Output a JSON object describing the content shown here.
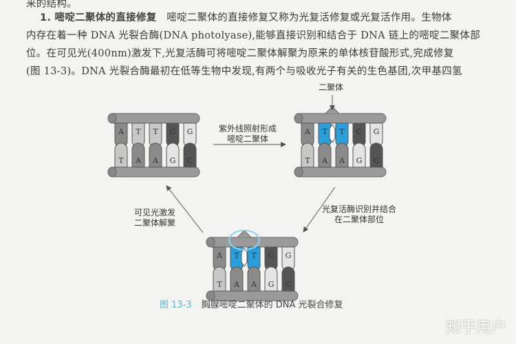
{
  "text": {
    "line0": "来的结构。",
    "line1_heading": "1. 嘧啶二聚体的直接修复",
    "line1_body": "嘧啶二聚体的直接修复又称为光复活修复或光复活作用。生物体",
    "line2": "内存在着一种 DNA 光裂合酶(DNA photolyase),能够直接识别和结合于 DNA 链上的嘧啶二聚体部",
    "line3": "位。在可见光(400nm)激发下,光复活酶可将嘧啶二聚体解聚为原来的单体核苷酸形式,完成修复",
    "line4": "(图 13-3)。DNA 光裂合酶最初在低等生物中发现,有两个与吸收光子有关的生色基团,次甲基四氢"
  },
  "figure": {
    "dimer_label": "二聚体",
    "uv_step": [
      "紫外线照射形成",
      "嘧啶二聚体"
    ],
    "enzyme_step": [
      "光复活酶识别并结合",
      "在二聚体部位"
    ],
    "light_step": [
      "可见光激发",
      "二聚体解聚"
    ],
    "top_strand": [
      "A",
      "T",
      "T",
      "C",
      "G"
    ],
    "bottom_strand": [
      "T",
      "A",
      "A",
      "G",
      "C"
    ],
    "caption_number": "图 13-3",
    "caption_text": "胸腺嘧啶二聚体的 DNA 光裂合修复",
    "colors": {
      "dimer": "#2a9fdc",
      "enzyme_outline": "#8fd0ea",
      "caption_accent": "#5ab6d4"
    }
  },
  "watermark": "知乎用户"
}
